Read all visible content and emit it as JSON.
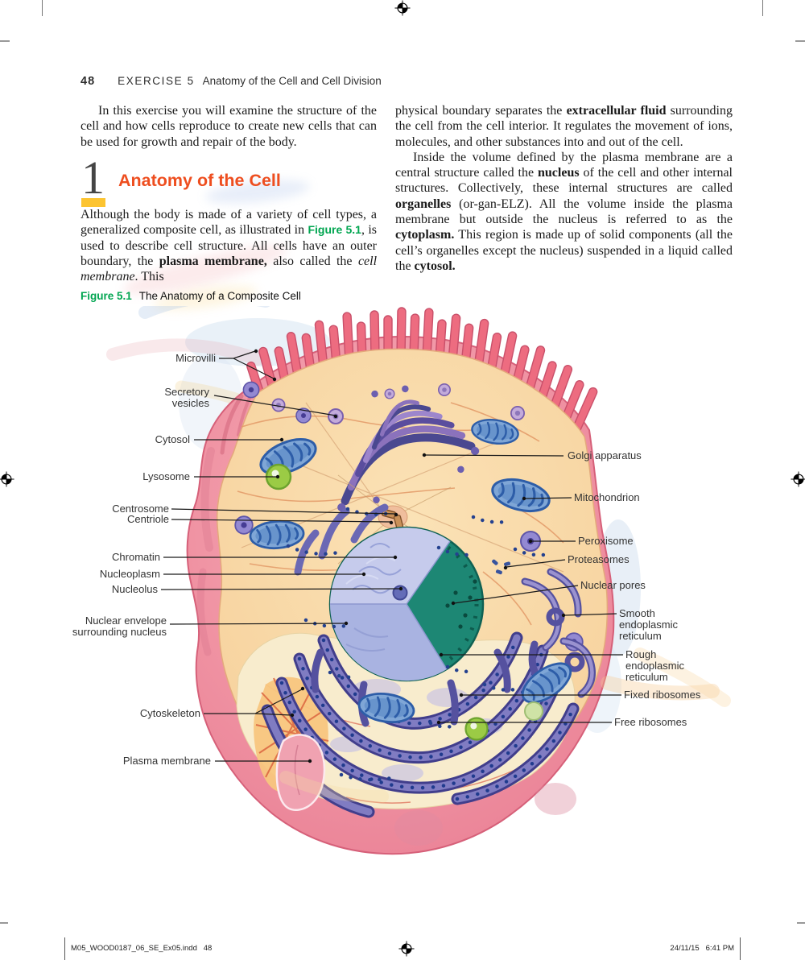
{
  "header": {
    "page_number": "48",
    "kicker": "EXERCISE 5",
    "title": "Anatomy of the Cell and Cell Division"
  },
  "section": {
    "number": "1",
    "title": "Anatomy of the Cell"
  },
  "columns": {
    "left_p1": "In this exercise you will examine the structure of the cell and how cells reproduce to create new cells that can be used for growth and repair of the body.",
    "left_p2": [
      {
        "t": "Although the body is made of a variety of cell types, a generalized composite cell, as illustrated in "
      },
      {
        "t": "Figure 5.1",
        "c": "green"
      },
      {
        "t": ", is used to describe cell structure. All cells have an outer boundary, the "
      },
      {
        "t": "plasma membrane,",
        "b": true
      },
      {
        "t": " also called the "
      },
      {
        "t": "cell membrane",
        "i": true
      },
      {
        "t": ". This"
      }
    ],
    "right_p1": [
      {
        "t": "physical boundary separates the "
      },
      {
        "t": "extracellular fluid",
        "b": true
      },
      {
        "t": " surrounding the cell from the cell interior. It regulates the movement of ions, molecules, and other substances into and out of the cell."
      }
    ],
    "right_p2": [
      {
        "t": "Inside the volume defined by the plasma membrane are a central structure called the "
      },
      {
        "t": "nucleus",
        "b": true
      },
      {
        "t": " of the cell and other internal structures. Collectively, these internal structures are called "
      },
      {
        "t": "organelles",
        "b": true
      },
      {
        "t": " (or-gan-ELZ). All the volume inside the plasma membrane but outside the nucleus is referred to as the "
      },
      {
        "t": "cytoplasm.",
        "b": true
      },
      {
        "t": " This region is made up of solid components (all the cell’s organelles except the nucleus) suspended in a liquid called the "
      },
      {
        "t": "cytosol.",
        "b": true
      }
    ]
  },
  "caption": {
    "label": "Figure 5.1",
    "text": "The Anatomy of a Composite Cell"
  },
  "figure": {
    "labels": {
      "microvilli": "Microvilli",
      "secretory_vesicles": "Secretory\nvesicles",
      "cytosol": "Cytosol",
      "lysosome": "Lysosome",
      "centrosome": "Centrosome",
      "centriole": "Centriole",
      "chromatin": "Chromatin",
      "nucleoplasm": "Nucleoplasm",
      "nucleolus": "Nucleolus",
      "nuclear_envelope": "Nuclear envelope\nsurrounding nucleus",
      "cytoskeleton": "Cytoskeleton",
      "plasma_membrane": "Plasma membrane",
      "golgi_apparatus": "Golgi apparatus",
      "mitochondrion": "Mitochondrion",
      "peroxisome": "Peroxisome",
      "proteasomes": "Proteasomes",
      "nuclear_pores": "Nuclear pores",
      "smooth_er": "Smooth\nendoplasmic\nreticulum",
      "rough_er": "Rough\nendoplasmic\nreticulum",
      "fixed_ribosomes": "Fixed ribosomes",
      "free_ribosomes": "Free ribosomes"
    }
  },
  "footer": {
    "left": "M05_WOOD0187_06_SE_Ex05.indd   48",
    "right": "24/11/15   6:41 PM"
  },
  "colors": {
    "heading_orange": "#ee4e1f",
    "bar_yellow": "#fcc431",
    "figure_green": "#00a550",
    "cell_pink": "#f093a3",
    "cytoplasm_tan": "#f8d5a0",
    "nucleus_teal": "#1d8774",
    "er_purple": "#55519f",
    "mitochondrion_blue": "#7fa6d6",
    "lysosome_green": "#9bcb45"
  }
}
